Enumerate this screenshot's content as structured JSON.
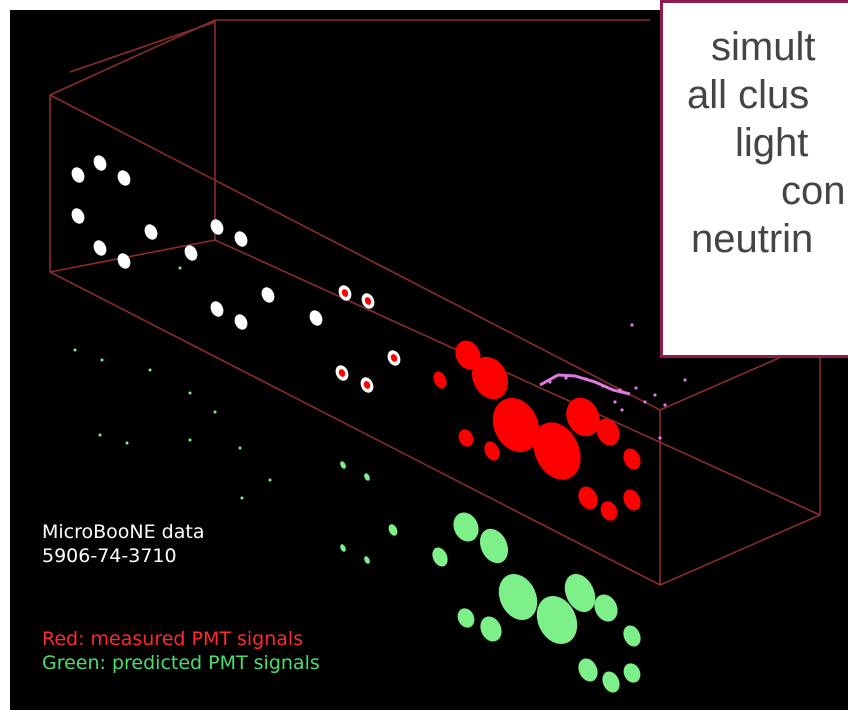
{
  "display": {
    "run_info": [
      "MicroBooNE data",
      "5906-74-3710"
    ],
    "legend": {
      "measured": "Red: measured PMT signals",
      "predicted": "Green: predicted PMT signals"
    },
    "colors": {
      "background": "#000000",
      "measured": "#ff0000",
      "predicted": "#7ef08a",
      "unlit_pmt": "#ffffff",
      "track": "#e07ae0",
      "detector_outline": "#8b2c2c"
    }
  },
  "callout": {
    "lines": [
      "simult",
      "all clus",
      "light",
      "con",
      "neutrin"
    ],
    "border_color": "#8c1d4c"
  }
}
